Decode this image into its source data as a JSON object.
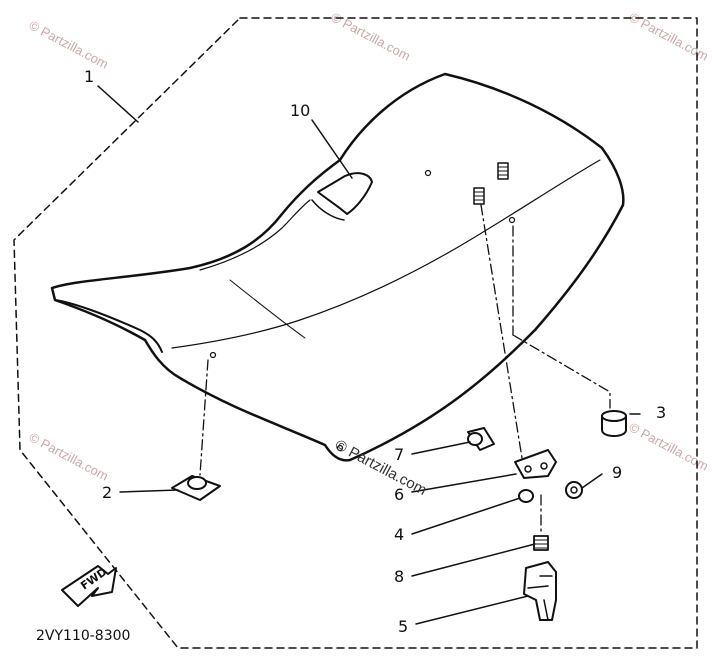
{
  "watermark": {
    "text": "© Partzilla.com",
    "center_text": "© Partzilla.com"
  },
  "diagram": {
    "code": "2VY110-8300",
    "fwd_label": "FWD",
    "callouts": [
      {
        "id": "c1",
        "label": "1"
      },
      {
        "id": "c2",
        "label": "2"
      },
      {
        "id": "c3",
        "label": "3"
      },
      {
        "id": "c4",
        "label": "4"
      },
      {
        "id": "c5",
        "label": "5"
      },
      {
        "id": "c6",
        "label": "6"
      },
      {
        "id": "c7",
        "label": "7"
      },
      {
        "id": "c8",
        "label": "8"
      },
      {
        "id": "c9",
        "label": "9"
      },
      {
        "id": "c10",
        "label": "10"
      }
    ]
  },
  "colors": {
    "ink": "#111111",
    "watermark": "#c9a9a9",
    "background": "#ffffff"
  }
}
